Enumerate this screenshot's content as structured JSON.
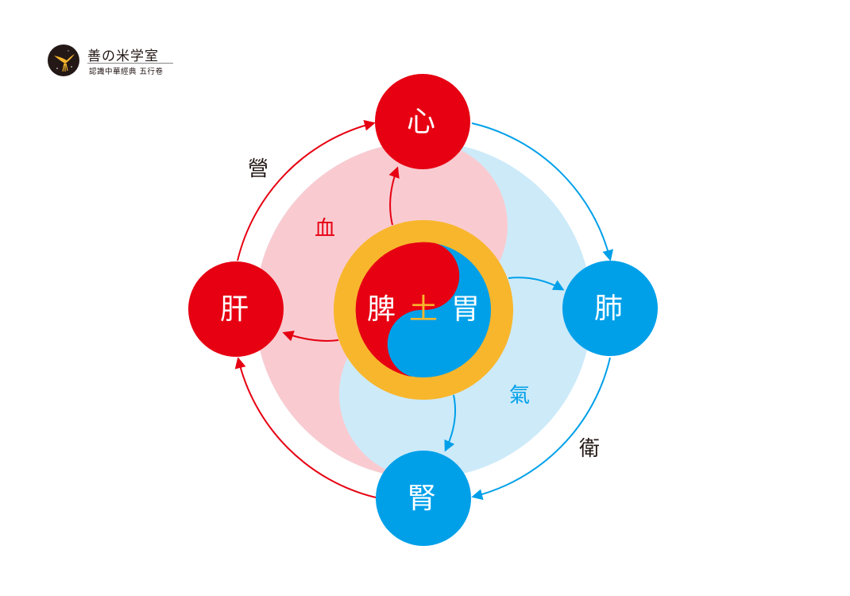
{
  "brand": {
    "title": "善の米学室",
    "subtitle": "認識中華經典 五行卷"
  },
  "colors": {
    "red": "#e60012",
    "blue": "#00a0e9",
    "pink_bg": "#f9cbd0",
    "lightblue_bg": "#cdeaf9",
    "gold": "#f8b62d",
    "black": "#231815",
    "white": "#ffffff"
  },
  "nodes": {
    "heart": {
      "label": "心",
      "color": "red"
    },
    "liver": {
      "label": "肝",
      "color": "red"
    },
    "lung": {
      "label": "肺",
      "color": "blue"
    },
    "kidney": {
      "label": "腎",
      "color": "blue"
    },
    "center": {
      "left": "脾",
      "middle": "土",
      "right": "胃"
    }
  },
  "labels": {
    "ying": "營",
    "wei": "衛",
    "blood": "血",
    "qi": "氣"
  },
  "flows": {
    "outer": [
      {
        "from": "liver",
        "to": "heart",
        "color": "red"
      },
      {
        "from": "heart",
        "to": "lung",
        "color": "blue"
      },
      {
        "from": "lung",
        "to": "kidney",
        "color": "blue"
      },
      {
        "from": "kidney",
        "to": "liver",
        "color": "red"
      }
    ],
    "inner": [
      {
        "from": "center",
        "to": "heart",
        "color": "red"
      },
      {
        "from": "center",
        "to": "liver",
        "color": "red"
      },
      {
        "from": "center",
        "to": "lung",
        "color": "blue"
      },
      {
        "from": "center",
        "to": "kidney",
        "color": "blue"
      }
    ]
  }
}
